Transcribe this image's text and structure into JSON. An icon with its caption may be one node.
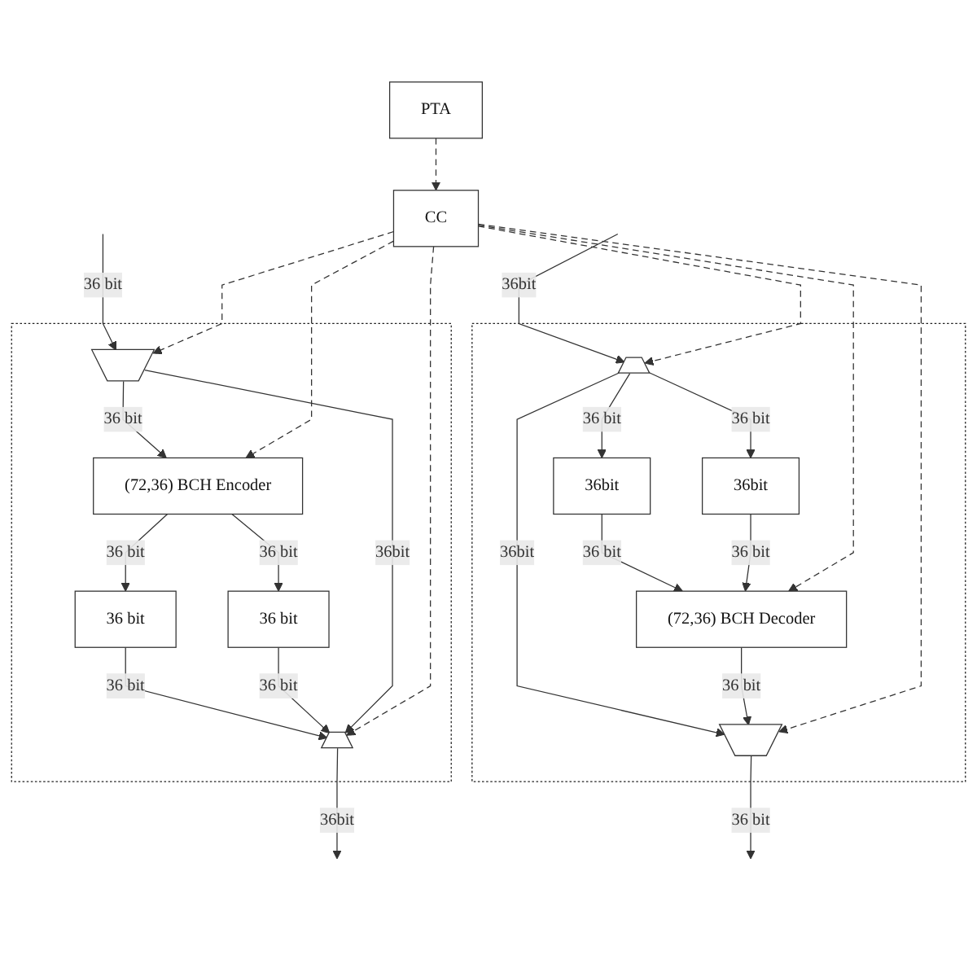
{
  "diagram": {
    "nodes": [
      {
        "text": [],
        "shape": "box"
      },
      {
        "text": [],
        "shape": "trapezoid",
        "in": 0
      },
      {
        "text": [
          "36 bit"
        ],
        "in": 0
      },
      {
        "text": [
          "36 bit"
        ],
        "in": 0
      },
      {
        "text": [
          "(72,36) BCH Encoder"
        ],
        "in": 0
      },
      {
        "text": [],
        "shape": "trapezoid",
        "in": 0
      },
      {
        "text": [
          "CC"
        ]
      },
      {
        "text": [
          "PTA"
        ]
      },
      {
        "text": [],
        "shape": "box"
      },
      {
        "text": [],
        "shape": "trapezoid",
        "in": 8
      },
      {
        "text": [
          "36bit"
        ],
        "in": 8
      },
      {
        "text": [
          "36bit"
        ],
        "in": 8
      },
      {
        "text": [
          "(72,36) BCH Decoder"
        ],
        "in": 8
      },
      {
        "text": [],
        "shape": "trapezoid",
        "in": 8
      }
    ],
    "edges": [
      {
        "from": 1,
        "to": null,
        "arrow": "to",
        "label": "36bit"
      },
      {
        "from": 4,
        "to": 2,
        "arrow": "to",
        "label": "36 bit"
      },
      {
        "from": 4,
        "to": 3,
        "arrow": "to",
        "label": "36 bit"
      },
      {
        "from": 2,
        "to": 1,
        "arrow": "to",
        "label": "36 bit"
      },
      {
        "from": 3,
        "to": 1,
        "arrow": "to",
        "label": "36 bit"
      },
      {
        "from": 5,
        "to": 1,
        "arrow": "to",
        "label": "36bit"
      },
      {
        "from": 5,
        "to": 4,
        "arrow": "to",
        "label": "36 bit"
      },
      {
        "from": null,
        "to": 5,
        "arrow": "to",
        "label": "36 bit"
      },
      {
        "from": null,
        "to": 9,
        "arrow": "to",
        "label": "36bit"
      },
      {
        "from": 9,
        "to": 10,
        "arrow": "to",
        "label": "36 bit"
      },
      {
        "from": 9,
        "to": 11,
        "arrow": "to",
        "label": "36 bit"
      },
      {
        "from": 10,
        "to": 12,
        "arrow": "to",
        "label": "36 bit"
      },
      {
        "from": 11,
        "to": 12,
        "arrow": "to",
        "label": "36 bit"
      },
      {
        "from": 9,
        "to": 13,
        "arrow": "to",
        "label": "36bit"
      },
      {
        "from": 12,
        "to": 13,
        "arrow": "to",
        "label": "36 bit"
      },
      {
        "from": 13,
        "to": null,
        "arrow": "to",
        "label": "36 bit"
      },
      {
        "from": 6,
        "to": 1,
        "arrow": "to",
        "style": "dashed"
      },
      {
        "from": 6,
        "to": 4,
        "arrow": "to",
        "style": "dashed"
      },
      {
        "from": 6,
        "to": 5,
        "arrow": "to",
        "style": "dashed"
      },
      {
        "from": 6,
        "to": 9,
        "arrow": "to",
        "style": "dashed"
      },
      {
        "from": 6,
        "to": 12,
        "arrow": "to",
        "style": "dashed"
      },
      {
        "from": 6,
        "to": 13,
        "arrow": "to",
        "style": "dashed"
      },
      {
        "from": 7,
        "to": 6,
        "arrow": "to",
        "style": "dashed"
      }
    ]
  }
}
